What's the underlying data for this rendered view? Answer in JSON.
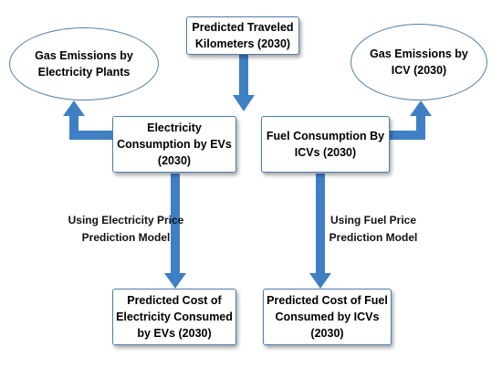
{
  "colors": {
    "node_border": "#4e7eab",
    "arrow": "#3f7fc4",
    "text": "#000000"
  },
  "nodes": {
    "predicted_km": "Predicted Traveled\nKilometers  (2030)",
    "gas_emissions_electricity": "Gas Emissions by\nElectricity Plants",
    "gas_emissions_icv": "Gas Emissions by\nICV (2030)",
    "electricity_consumption": "Electricity\nConsumption by EVs\n(2030)",
    "fuel_consumption": "Fuel Consumption By\nICVs (2030)",
    "cost_electricity": "Predicted Cost of\nElectricity Consumed\nby EVs (2030)",
    "cost_fuel": "Predicted Cost of Fuel\nConsumed by ICVs\n(2030)"
  },
  "edge_labels": {
    "electricity_price_model": "Using Electricity Price\nPrediction Model",
    "fuel_price_model": "Using Fuel Price\nPrediction Model"
  }
}
